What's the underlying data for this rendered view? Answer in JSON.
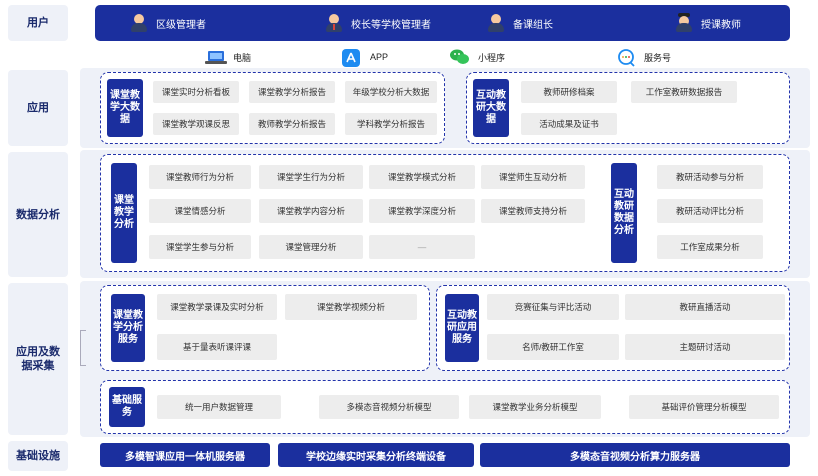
{
  "sections": {
    "users": "用户",
    "apps": "应用",
    "analysis": "数据分析",
    "collection": "应用及数据采集",
    "infra": "基础设施"
  },
  "users": [
    {
      "label": "区级管理者"
    },
    {
      "label": "校长等学校管理者"
    },
    {
      "label": "备课组长"
    },
    {
      "label": "授课教师"
    }
  ],
  "terminals": [
    {
      "label": "电脑"
    },
    {
      "label": "APP"
    },
    {
      "label": "小程序"
    },
    {
      "label": "服务号"
    }
  ],
  "apps": {
    "classroom_label": "课堂教学大数据",
    "classroom_items": [
      "课堂实时分析看板",
      "课堂教学分析报告",
      "年级学校分析大数据",
      "课堂教学观课反思",
      "教师教学分析报告",
      "学科教学分析报告"
    ],
    "interact_label": "互动教研大数据",
    "interact_items": [
      "教师研修档案",
      "工作室教研数据报告",
      "活动成果及证书"
    ]
  },
  "analysis": {
    "classroom_label": "课堂教学分析",
    "classroom_items": [
      "课堂教师行为分析",
      "课堂学生行为分析",
      "课堂教学模式分析",
      "课堂师生互动分析",
      "课堂情感分析",
      "课堂教学内容分析",
      "课堂教学深度分析",
      "课堂教师支持分析",
      "课堂学生参与分析",
      "课堂管理分析",
      "—"
    ],
    "interact_label": "互动教研数据分析",
    "interact_items": [
      "教研活动参与分析",
      "教研活动评比分析",
      "工作室成果分析"
    ]
  },
  "collection": {
    "classroom_label": "课堂教学分析服务",
    "classroom_items": [
      "课堂教学录课及实时分析",
      "课堂教学视频分析",
      "基于量表听课评课"
    ],
    "interact_label": "互动教研应用服务",
    "interact_items": [
      "竞赛征集与评比活动",
      "教研直播活动",
      "名师/教研工作室",
      "主题研讨活动"
    ],
    "base_label": "基础服务",
    "base_items": [
      "统一用户数据管理",
      "多模态音视频分析模型",
      "课堂教学业务分析模型",
      "基础评价管理分析模型"
    ]
  },
  "infra": [
    "多模智课应用一体机服务器",
    "学校边缘实时采集分析终端设备",
    "多模态音视频分析算力服务器"
  ],
  "colors": {
    "primary": "#1b2f9e",
    "panel": "#eef1f8",
    "cell": "#ededed"
  }
}
